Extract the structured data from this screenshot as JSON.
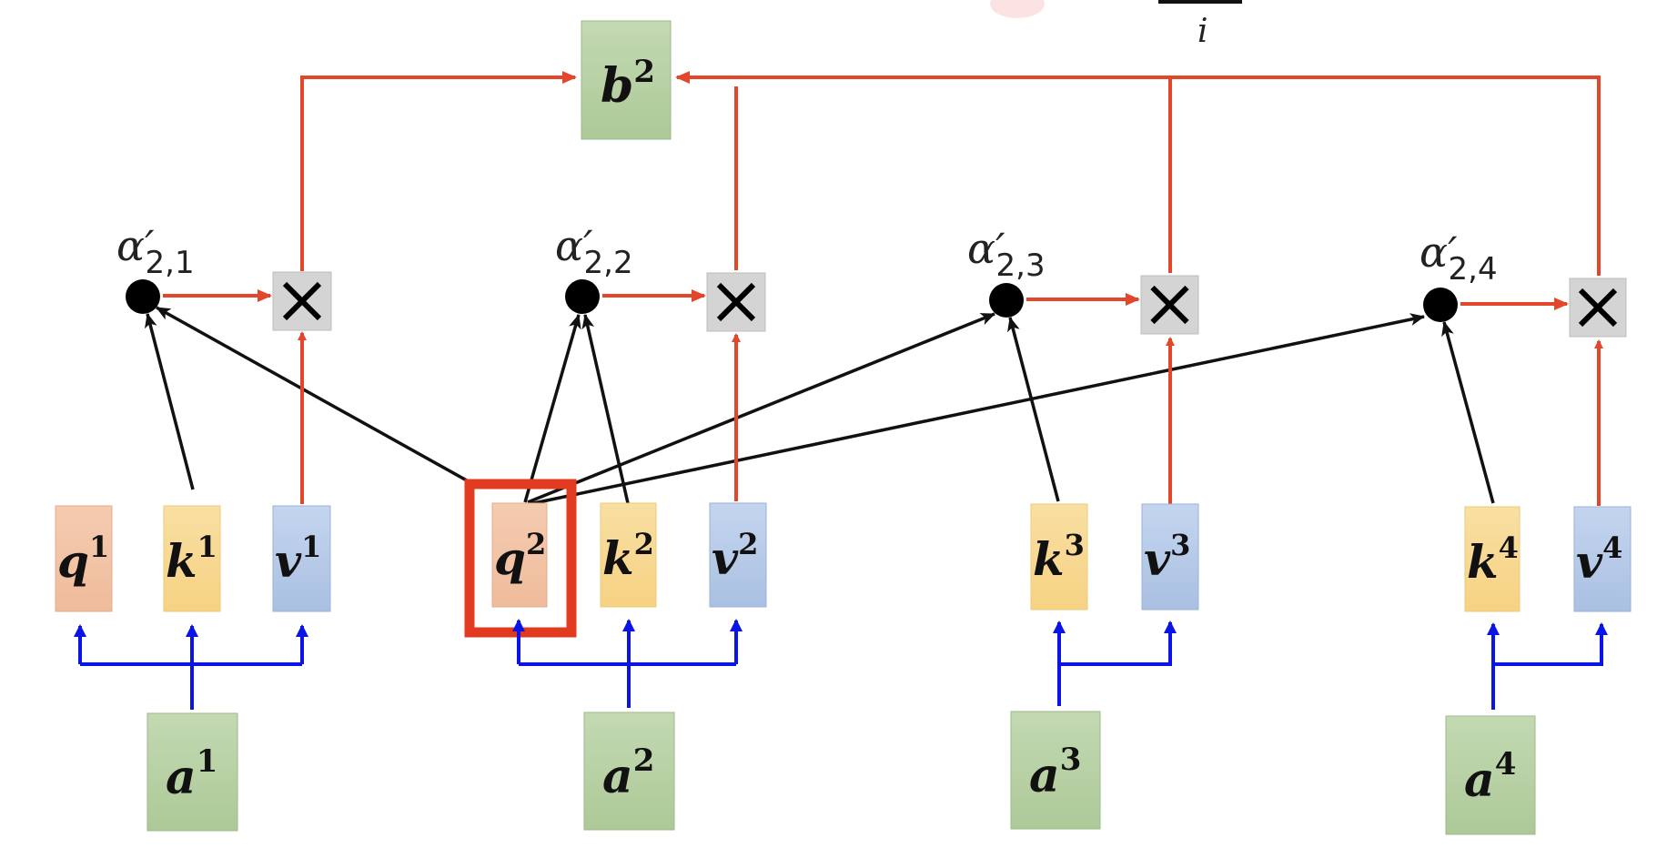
{
  "title": "Self-attention: computing b^2",
  "colors": {
    "query": "#f3c4a4",
    "key": "#f8da94",
    "value": "#b8cce8",
    "input": "#b6d1a2",
    "output": "#b6d1a2",
    "multiply_box": "#d4d4d4",
    "red_arrow": "#e2462b",
    "blue_arrow": "#0a14e6",
    "black_arrow": "#111111",
    "highlight": "#e23a1e"
  },
  "top_fragment": {
    "text": "i"
  },
  "output": {
    "base": "b",
    "sup": "2"
  },
  "multiply_symbol": "×",
  "weights": [
    {
      "base": "α′",
      "sub": "2,1"
    },
    {
      "base": "α′",
      "sub": "2,2"
    },
    {
      "base": "α′",
      "sub": "2,3"
    },
    {
      "base": "α′",
      "sub": "2,4"
    }
  ],
  "vectors": [
    {
      "id": "q1",
      "base": "q",
      "sup": "1",
      "kind": "query"
    },
    {
      "id": "k1",
      "base": "k",
      "sup": "1",
      "kind": "key"
    },
    {
      "id": "v1",
      "base": "v",
      "sup": "1",
      "kind": "value"
    },
    {
      "id": "q2",
      "base": "q",
      "sup": "2",
      "kind": "query",
      "highlighted": true
    },
    {
      "id": "k2",
      "base": "k",
      "sup": "2",
      "kind": "key"
    },
    {
      "id": "v2",
      "base": "v",
      "sup": "2",
      "kind": "value"
    },
    {
      "id": "k3",
      "base": "k",
      "sup": "3",
      "kind": "key"
    },
    {
      "id": "v3",
      "base": "v",
      "sup": "3",
      "kind": "value"
    },
    {
      "id": "k4",
      "base": "k",
      "sup": "4",
      "kind": "key"
    },
    {
      "id": "v4",
      "base": "v",
      "sup": "4",
      "kind": "value"
    }
  ],
  "inputs": [
    {
      "id": "a1",
      "base": "a",
      "sup": "1"
    },
    {
      "id": "a2",
      "base": "a",
      "sup": "2"
    },
    {
      "id": "a3",
      "base": "a",
      "sup": "3"
    },
    {
      "id": "a4",
      "base": "a",
      "sup": "4"
    }
  ]
}
